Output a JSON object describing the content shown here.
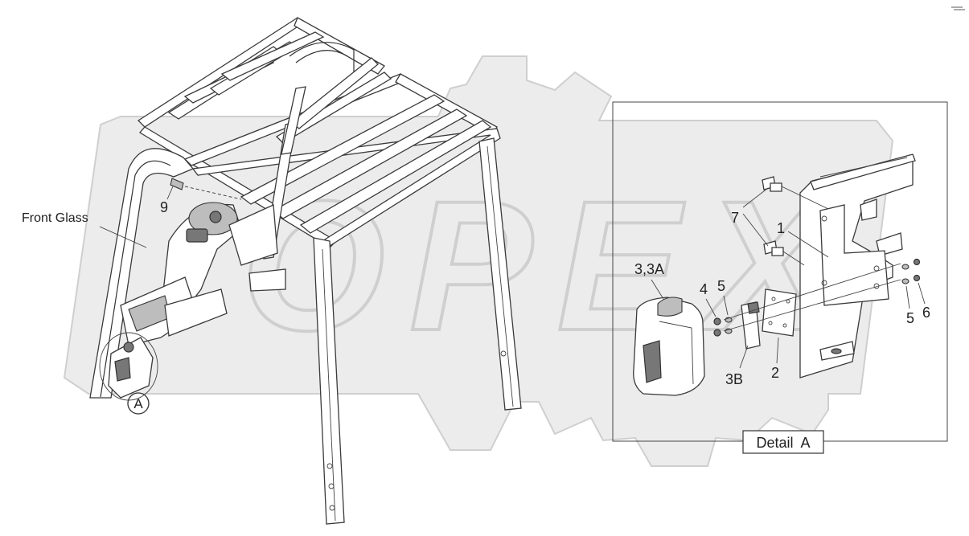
{
  "watermark": {
    "text": "OPEX"
  },
  "labels": {
    "front_glass": "Front Glass",
    "part_9": "9",
    "callout_a": "A",
    "part_1": "1",
    "part_2": "2",
    "part_3": "3,3A",
    "part_3b": "3B",
    "part_4": "4",
    "part_5a": "5",
    "part_5b": "5",
    "part_6": "6",
    "part_7": "7"
  },
  "detail": {
    "title": "Detail  A"
  },
  "colors": {
    "line": "#333333",
    "watermark": "#d4d4d4",
    "background": "#ffffff"
  }
}
